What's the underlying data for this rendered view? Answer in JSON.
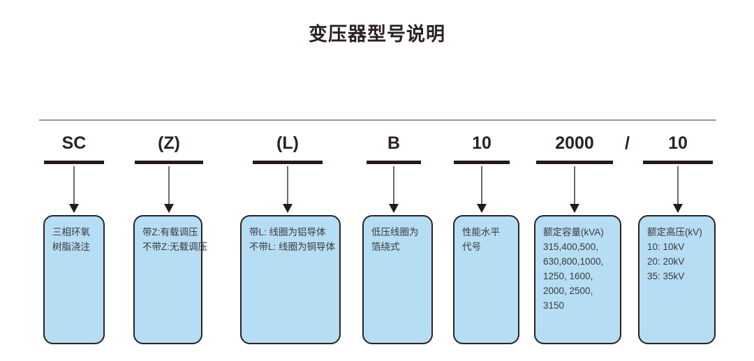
{
  "title": "变压器型号说明",
  "colors": {
    "box_fill": "#b5ddf4",
    "box_border": "#2b2220",
    "text": "#2b2220",
    "rule": "#9a9a9a",
    "arrow_stem": "#6f6a68",
    "background": "#ffffff"
  },
  "separator": "/",
  "segments": [
    {
      "code": "SC",
      "lines": [
        "三相环氧",
        "树脂浇注"
      ]
    },
    {
      "code": "(Z)",
      "lines": [
        "带Z:有载调压",
        "不带Z:无载调压"
      ]
    },
    {
      "code": "(L)",
      "lines": [
        "带L: 线圈为铝导体",
        "不带L: 线圈为铜导体"
      ]
    },
    {
      "code": "B",
      "lines": [
        "低压线圈为",
        "箔绕式"
      ]
    },
    {
      "code": "10",
      "lines": [
        "性能水平",
        "代号"
      ]
    },
    {
      "code": "2000",
      "lines": [
        "额定容量(kVA)",
        "315,400,500,",
        "630,800,1000,",
        "1250, 1600,",
        "2000, 2500,",
        "3150"
      ]
    },
    {
      "code": "10",
      "lines": [
        "额定高压(kV)",
        "10: 10kV",
        "20: 20kV",
        "35: 35kV"
      ]
    }
  ]
}
